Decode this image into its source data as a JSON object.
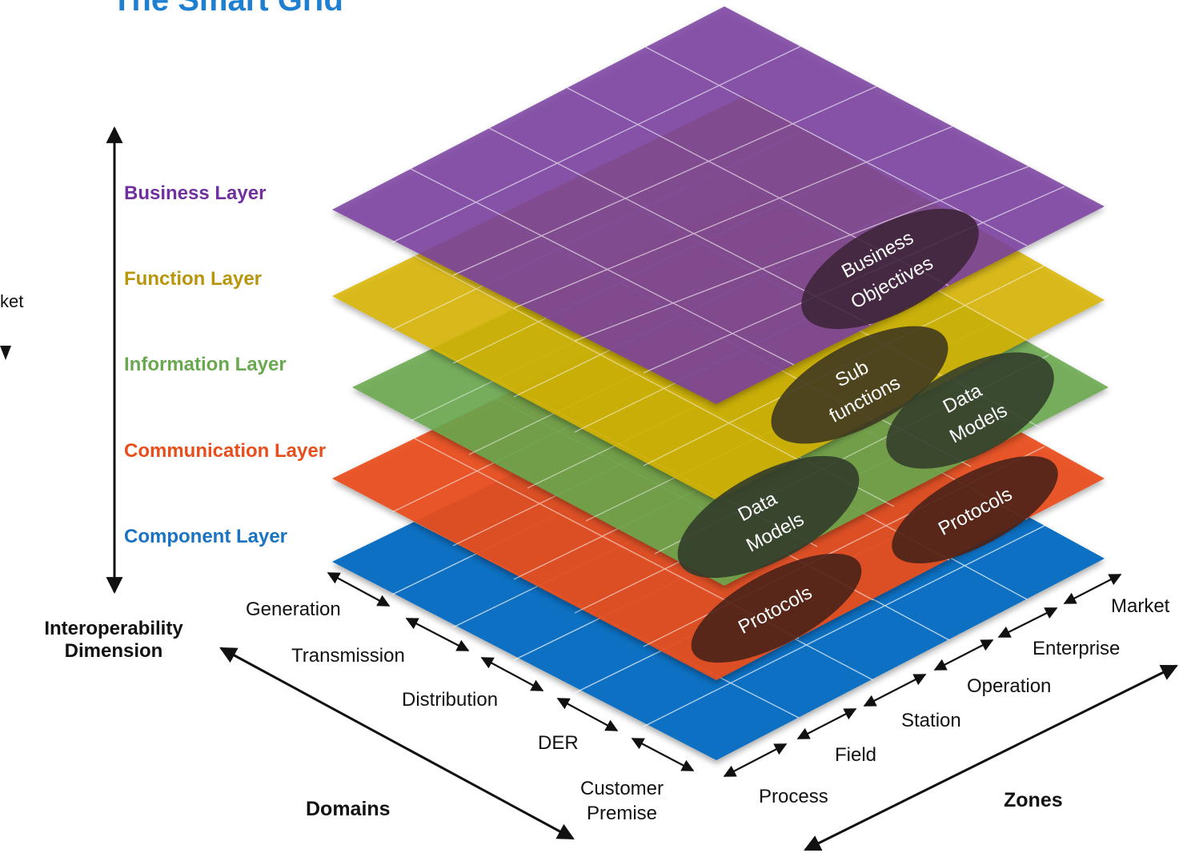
{
  "title": "The Smart Grid",
  "left_fragment": "ket",
  "layers": {
    "business": {
      "label": "Business Layer",
      "color": "#7030a0"
    },
    "function": {
      "label": "Function Layer",
      "color": "#b8960c"
    },
    "information": {
      "label": "Information Layer",
      "color": "#6aa84f"
    },
    "communication": {
      "label": "Communication Layer",
      "color": "#e84e1b"
    },
    "component": {
      "label": "Component Layer",
      "color": "#1a73c2"
    }
  },
  "interoperability_dimension": {
    "line1": "Interoperability",
    "line2": "Dimension"
  },
  "domains": {
    "heading": "Domains",
    "items": [
      "Generation",
      "Transmission",
      "Distribution",
      "DER",
      "Customer",
      "Premise"
    ]
  },
  "zones": {
    "heading": "Zones",
    "items": [
      "Process",
      "Field",
      "Station",
      "Operation",
      "Enterprise",
      "Market"
    ]
  },
  "ovals": {
    "business_1": "Business",
    "business_2": "Objectives",
    "function_1": "Sub",
    "function_2": "functions",
    "info_right_1": "Data",
    "info_right_2": "Models",
    "info_left_1": "Data",
    "info_left_2": "Models",
    "comm_right": "Protocols",
    "comm_left": "Protocols"
  }
}
